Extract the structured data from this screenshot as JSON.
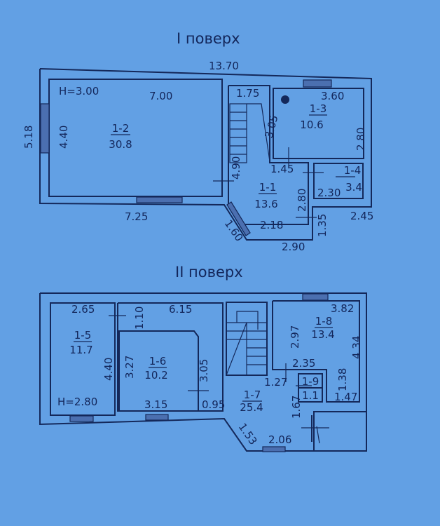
{
  "floors": [
    {
      "title": "I поверх",
      "height_label": "H=3.00",
      "rooms": [
        {
          "id": "1-2",
          "area": "30.8"
        },
        {
          "id": "1-3",
          "area": "10.6"
        },
        {
          "id": "1-4",
          "area": "3.4"
        },
        {
          "id": "1-1",
          "area": "13.6"
        }
      ],
      "dimensions": [
        "13.70",
        "7.00",
        "4.40",
        "5.18",
        "7.25",
        "1.75",
        "3.60",
        "2.80",
        "4.90",
        "1.45",
        "2.30",
        "2.80",
        "2.45",
        "1.35",
        "2.18",
        "1.60",
        "2.90",
        "3.05"
      ]
    },
    {
      "title": "II поверх",
      "height_label": "H=2.80",
      "rooms": [
        {
          "id": "1-5",
          "area": "11.7"
        },
        {
          "id": "1-6",
          "area": "10.2"
        },
        {
          "id": "1-7",
          "area": "25.4"
        },
        {
          "id": "1-8",
          "area": "13.4"
        },
        {
          "id": "1-9",
          "area": "1.1"
        }
      ],
      "dimensions": [
        "2.65",
        "1.10",
        "6.15",
        "4.40",
        "3.27",
        "3.05",
        "3.15",
        "0.95",
        "1.53",
        "2.06",
        "2.97",
        "3.82",
        "4.34",
        "2.35",
        "1.27",
        "1.38",
        "1.67",
        "1.47"
      ]
    }
  ]
}
